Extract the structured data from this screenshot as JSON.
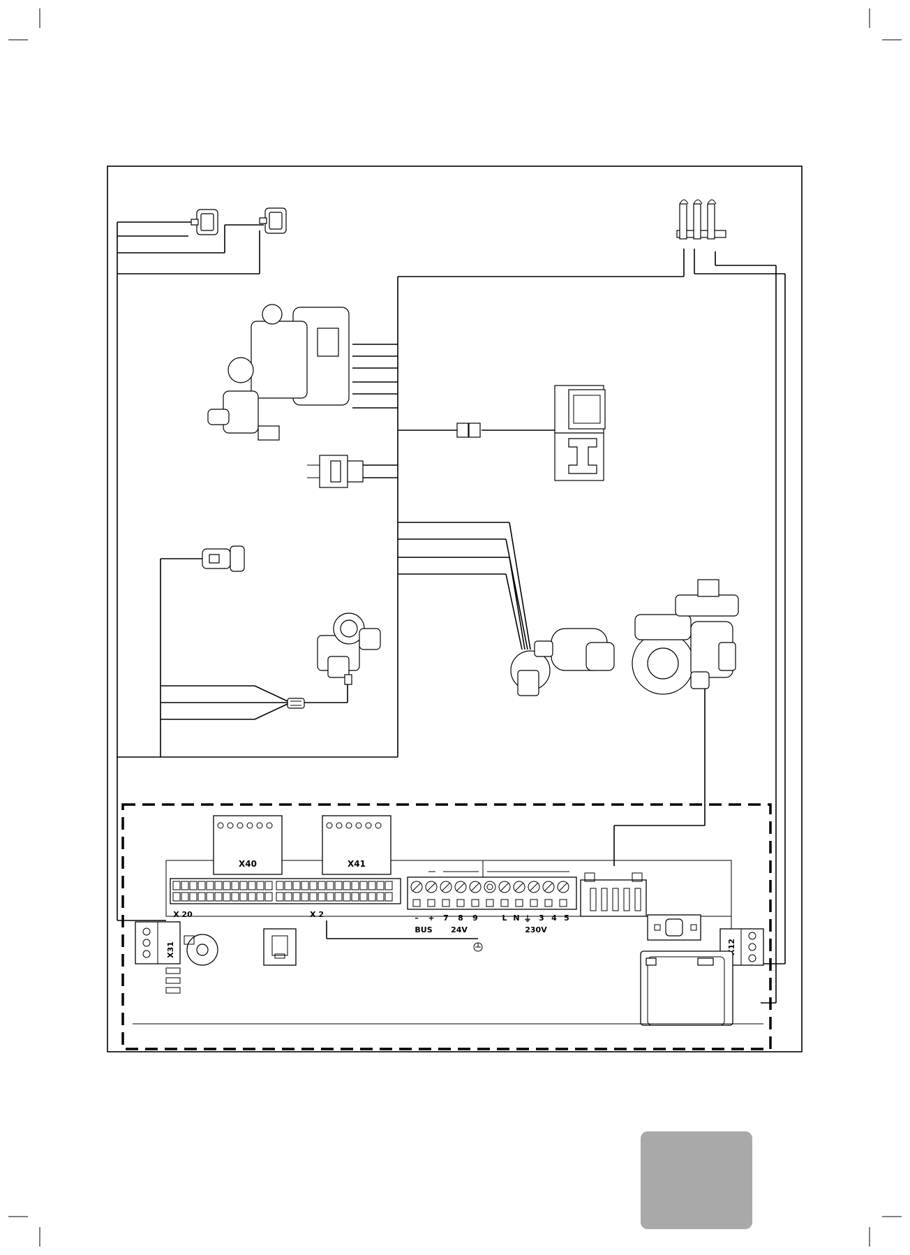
{
  "connectors": {
    "x40": "X40",
    "x41": "X41",
    "x20": "X 20",
    "x2": "X 2",
    "x31": "X31",
    "x12": "X12"
  },
  "terminals": {
    "bus_minus": "–",
    "bus_plus": "+",
    "t7": "7",
    "t8": "8",
    "t9": "9",
    "tL": "L",
    "tN": "N",
    "t3": "3",
    "t4": "4",
    "t5": "5",
    "ground_symbol": "⏚",
    "group_bus": "BUS",
    "group_24v": "24V",
    "group_230v": "230V"
  },
  "colors": {
    "page_tab": "#a9a9a9",
    "line": "#000000"
  }
}
